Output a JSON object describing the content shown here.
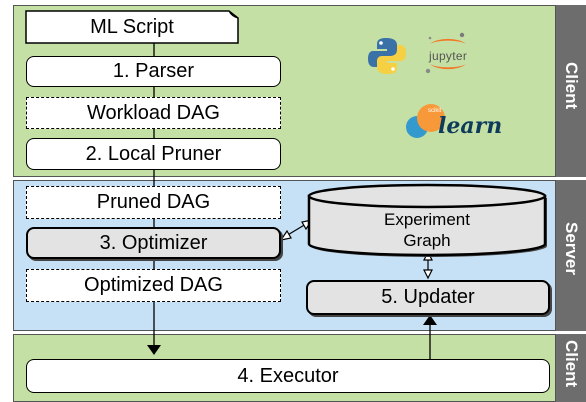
{
  "sections": {
    "client_top": "Client",
    "server": "Server",
    "client_bottom": "Client"
  },
  "boxes": {
    "ml_script": "ML Script",
    "parser": "1. Parser",
    "workload_dag": "Workload DAG",
    "local_pruner": "2. Local Pruner",
    "pruned_dag": "Pruned DAG",
    "optimizer": "3. Optimizer",
    "optimized_dag": "Optimized DAG",
    "updater": "5. Updater",
    "executor": "4. Executor"
  },
  "experiment_graph": {
    "line1": "Experiment",
    "line2": "Graph"
  },
  "logos": {
    "jupyter_text": "jupyter",
    "sklearn_text": "learn",
    "sklearn_small": "scikit"
  },
  "colors": {
    "client_bg": "#c5e0a5",
    "server_bg": "#c6e1f6",
    "sidebar": "#6d6d6d"
  }
}
